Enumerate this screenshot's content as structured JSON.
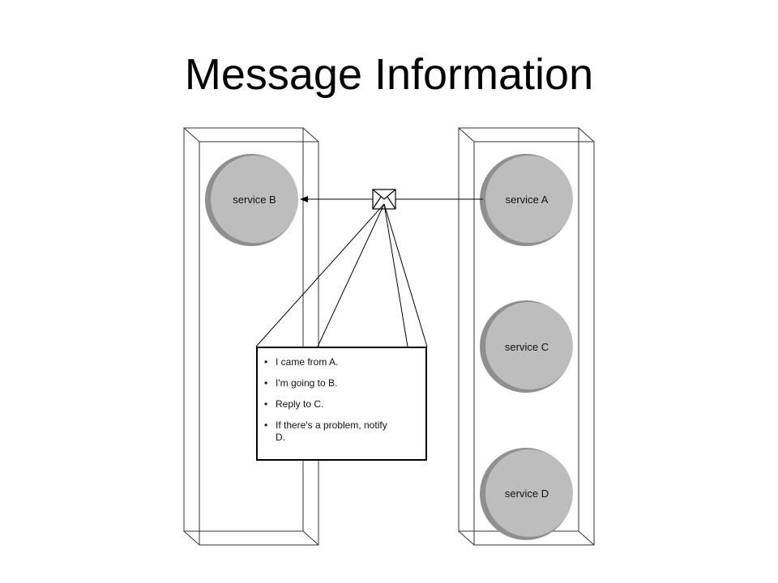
{
  "slide": {
    "title": "Message Information"
  },
  "diagram": {
    "services": [
      {
        "id": "B",
        "label": "service B"
      },
      {
        "id": "A",
        "label": "service A"
      },
      {
        "id": "C",
        "label": "service C"
      },
      {
        "id": "D",
        "label": "service D"
      }
    ],
    "message_details": [
      "I came from A.",
      "I'm going to B.",
      "Reply to C.",
      "If there's a problem, notify D."
    ],
    "colors": {
      "service_fill": "#b8b8b8",
      "service_shadow": "#8f8f8f",
      "outline": "#000000"
    }
  }
}
